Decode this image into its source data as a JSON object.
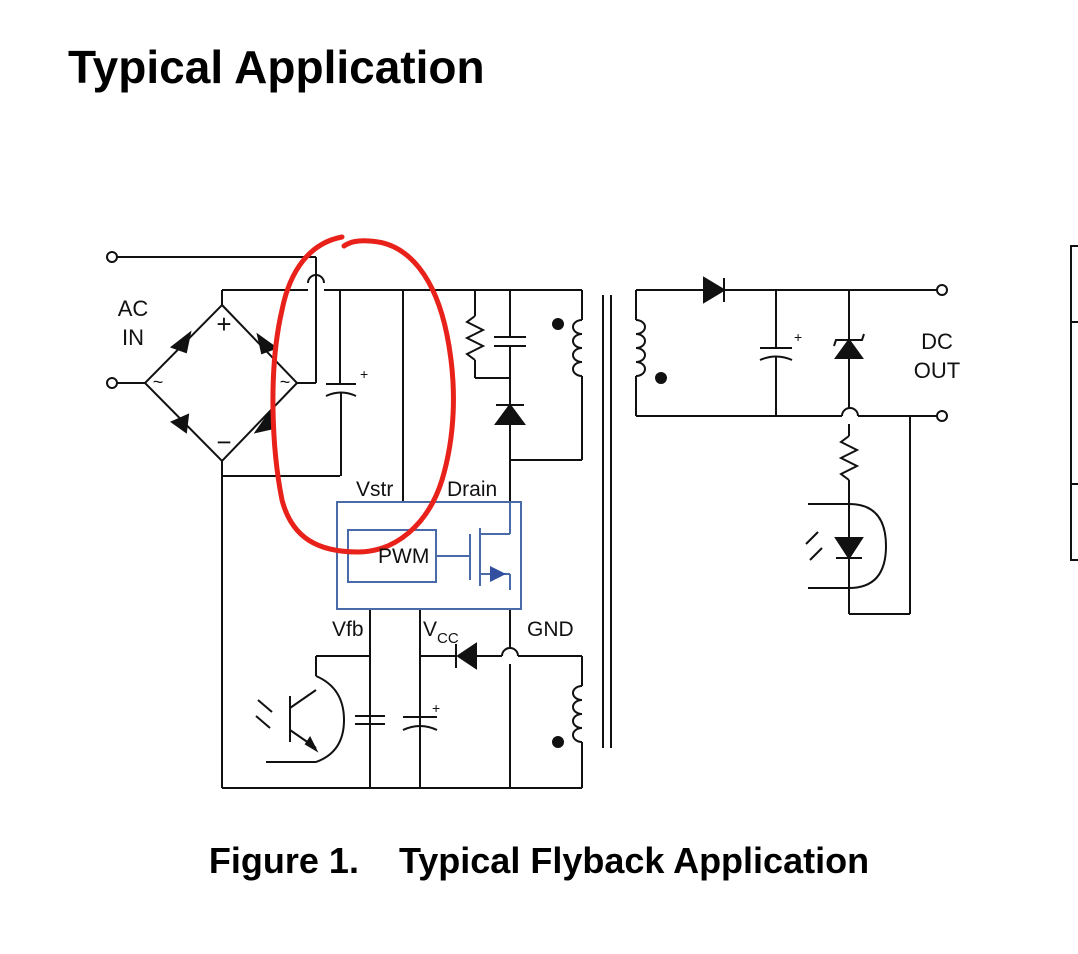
{
  "page": {
    "title": "Typical Application"
  },
  "figure": {
    "number": "Figure 1.",
    "caption": "Typical Flyback Application"
  },
  "labels": {
    "ac_in_line1": "AC",
    "ac_in_line2": "IN",
    "bridge_plus": "+",
    "bridge_minus": "−",
    "bridge_ac_left": "~",
    "bridge_ac_right": "~",
    "cap_plus": "+",
    "vstr": "Vstr",
    "drain": "Drain",
    "pwm": "PWM",
    "vfb": "Vfb",
    "vcc_main": "V",
    "vcc_sub": "CC",
    "gnd": "GND",
    "dc_out_line1": "DC",
    "dc_out_line2": "OUT"
  },
  "colors": {
    "wire": "#111111",
    "ic_outline": "#4a6aa8",
    "ic_arrow": "#3350a0",
    "highlight": "#e8221a"
  }
}
